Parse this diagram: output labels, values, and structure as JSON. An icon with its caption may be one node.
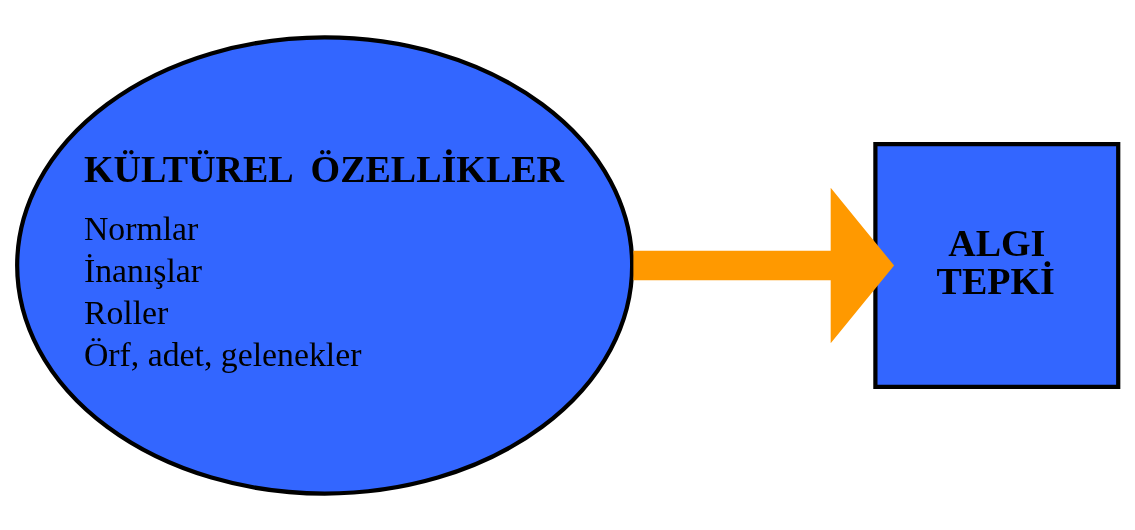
{
  "diagram": {
    "nodes": [
      {
        "text": [
          "KÜLTÜREL  ÖZELLİKLER",
          "Normlar",
          "İnanışlar",
          "Roller",
          "Örf, adet, gelenekler"
        ]
      },
      {
        "text": [
          "ALGI",
          "TEPKİ"
        ]
      }
    ],
    "edges": [
      {
        "from": 0,
        "to": 1,
        "arrow": "to",
        "color": "#ff9900"
      }
    ]
  }
}
